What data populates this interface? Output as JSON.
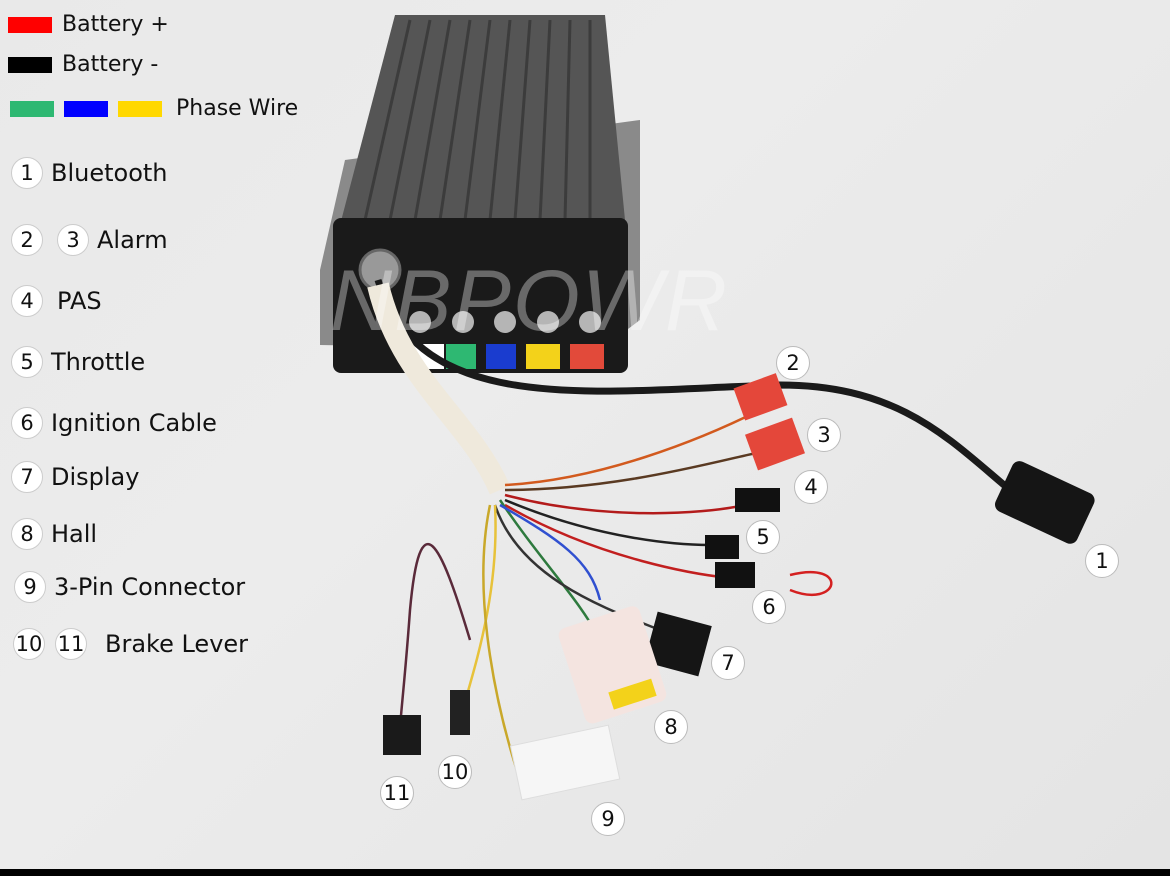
{
  "legend": {
    "battery_plus": {
      "label": "Battery +",
      "color": "#ff0000"
    },
    "battery_minus": {
      "label": "Battery -",
      "color": "#000000"
    },
    "phase_wire": {
      "label": "Phase Wire",
      "colors": [
        "#2eb872",
        "#0000ff",
        "#ffd800"
      ]
    }
  },
  "labels": [
    {
      "nums": [
        "1"
      ],
      "text": "Bluetooth"
    },
    {
      "nums": [
        "2",
        "3"
      ],
      "text": "Alarm"
    },
    {
      "nums": [
        "4"
      ],
      "text": "PAS"
    },
    {
      "nums": [
        "5"
      ],
      "text": "Throttle"
    },
    {
      "nums": [
        "6"
      ],
      "text": "Ignition Cable"
    },
    {
      "nums": [
        "7"
      ],
      "text": "Display"
    },
    {
      "nums": [
        "8"
      ],
      "text": "Hall"
    },
    {
      "nums": [
        "9"
      ],
      "text": "3-Pin Connector"
    },
    {
      "nums": [
        "10",
        "11"
      ],
      "text": "Brake Lever"
    }
  ],
  "callouts": [
    "1",
    "2",
    "3",
    "4",
    "5",
    "6",
    "7",
    "8",
    "9",
    "10",
    "11"
  ],
  "watermark": "NBPOWR"
}
